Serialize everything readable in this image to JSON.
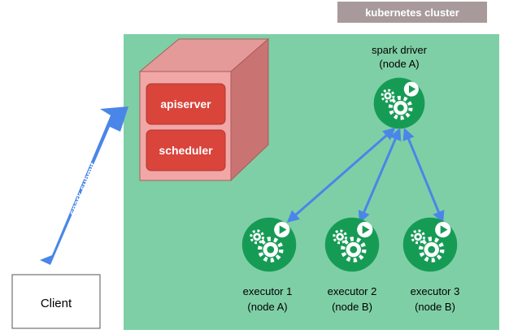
{
  "cluster": {
    "label": "kubernetes cluster",
    "colors": {
      "area": "#7fcfa6",
      "label_bg": "#a89a9a",
      "label_text": "#ffffff"
    }
  },
  "control_plane": {
    "apiserver_label": "apiserver",
    "scheduler_label": "scheduler",
    "colors": {
      "front": "#f2a7a7",
      "top": "#e59a9a",
      "side": "#c97373",
      "button": "#d9443b",
      "button_text": "#ffffff"
    }
  },
  "client": {
    "label": "Client"
  },
  "submit_arrow": {
    "label": "spark-submit",
    "color": "#4a86e8"
  },
  "driver": {
    "name": "spark driver",
    "node": "(node A)"
  },
  "executors": [
    {
      "name": "executor 1",
      "node": "(node A)"
    },
    {
      "name": "executor 2",
      "node": "(node B)"
    },
    {
      "name": "executor 3",
      "node": "(node B)"
    }
  ],
  "icon": {
    "name": "spark-pod-gears-icon",
    "color": "#169b55"
  },
  "link_color": "#4a86e8"
}
